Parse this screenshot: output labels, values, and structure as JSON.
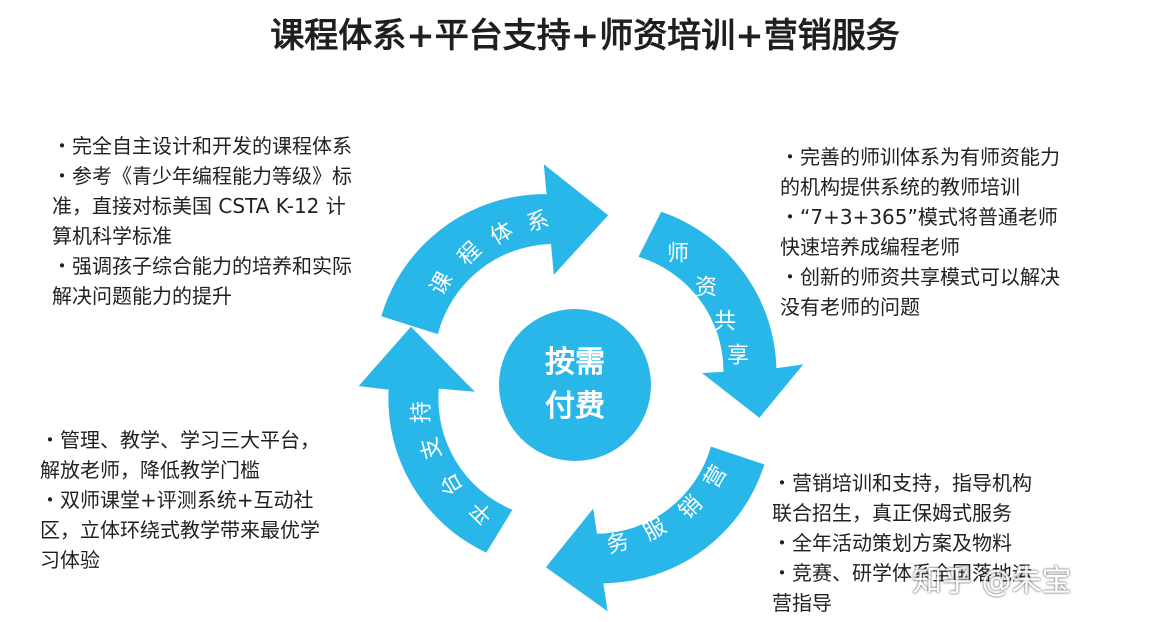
{
  "title": "课程体系+平台支持+师资培训+营销服务",
  "center": {
    "line1": "按需",
    "line2": "付费"
  },
  "segments": {
    "top_left": [
      "课",
      "程",
      "体",
      "系"
    ],
    "top_right": [
      "师",
      "资",
      "共",
      "享"
    ],
    "bottom_right": [
      "营",
      "销",
      "服",
      "务"
    ],
    "bottom_left": [
      "平",
      "台",
      "支",
      "持"
    ]
  },
  "colors": {
    "accent": "#29b6e8",
    "text": "#231f20"
  },
  "blocks": {
    "left_top": [
      "・完全自主设计和开发的课程体系",
      "・参考《青少年编程能力等级》标",
      "准，直接对标美国 CSTA K-12 计",
      "算机科学标准",
      "・强调孩子综合能力的培养和实际",
      "解决问题能力的提升"
    ],
    "right_top": [
      "・完善的师训体系为有师资能力",
      "的机构提供系统的教师培训",
      "・“7+3+365”模式将普通老师",
      "快速培养成编程老师",
      "・创新的师资共享模式可以解决",
      "没有老师的问题"
    ],
    "left_bottom": [
      "・管理、教学、学习三大平台，",
      "解放老师，降低教学门槛",
      "・双师课堂+评测系统+互动社",
      "区，立体环绕式教学带来最优学",
      "习体验"
    ],
    "right_bottom": [
      "・营销培训和支持，指导机构",
      "联合招生，真正保姆式服务",
      "・全年活动策划方案及物料",
      "・竞赛、研学体系全国落地运",
      "营指导"
    ]
  },
  "watermark": "知乎 @朱宝"
}
